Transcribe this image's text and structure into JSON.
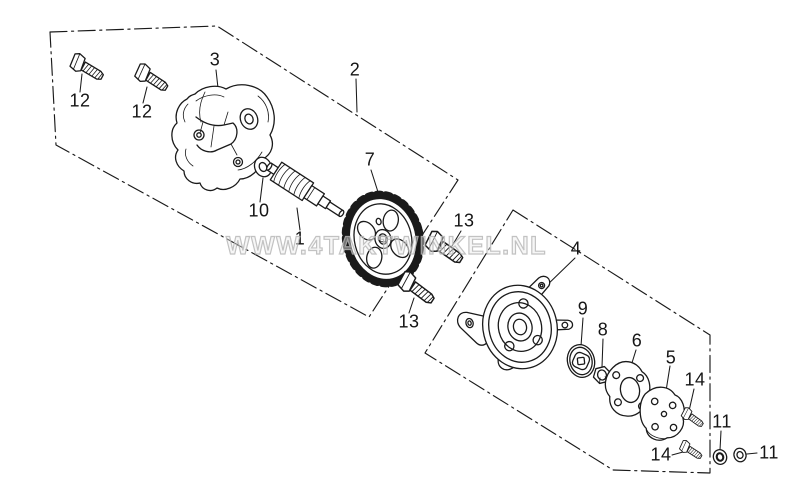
{
  "watermark": {
    "text": "WWW.4TAKTWINKEL.NL"
  },
  "colors": {
    "background": "#ffffff",
    "line": "#1a1a1a",
    "watermark_gray": "#b8b8b8"
  },
  "labels": [
    {
      "id": "bolt-12-upper",
      "text": "12"
    },
    {
      "id": "bolt-12-lower",
      "text": "12"
    },
    {
      "id": "pump-cover-3",
      "text": "3"
    },
    {
      "id": "pump-assembly-2",
      "text": "2"
    },
    {
      "id": "washer-10",
      "text": "10"
    },
    {
      "id": "pump-shaft-1",
      "text": "1"
    },
    {
      "id": "pump-gear-7",
      "text": "7"
    },
    {
      "id": "bolt-13-upper",
      "text": "13"
    },
    {
      "id": "bolt-13-lower",
      "text": "13"
    },
    {
      "id": "pump-body-4",
      "text": "4"
    },
    {
      "id": "rotor-set-9",
      "text": "9"
    },
    {
      "id": "nut-8",
      "text": "8"
    },
    {
      "id": "gasket-6",
      "text": "6"
    },
    {
      "id": "cover-plate-5",
      "text": "5"
    },
    {
      "id": "screw-14-upper",
      "text": "14"
    },
    {
      "id": "washer-11-upper",
      "text": "11"
    },
    {
      "id": "screw-14-lower",
      "text": "14"
    },
    {
      "id": "washer-11-right",
      "text": "11"
    }
  ]
}
